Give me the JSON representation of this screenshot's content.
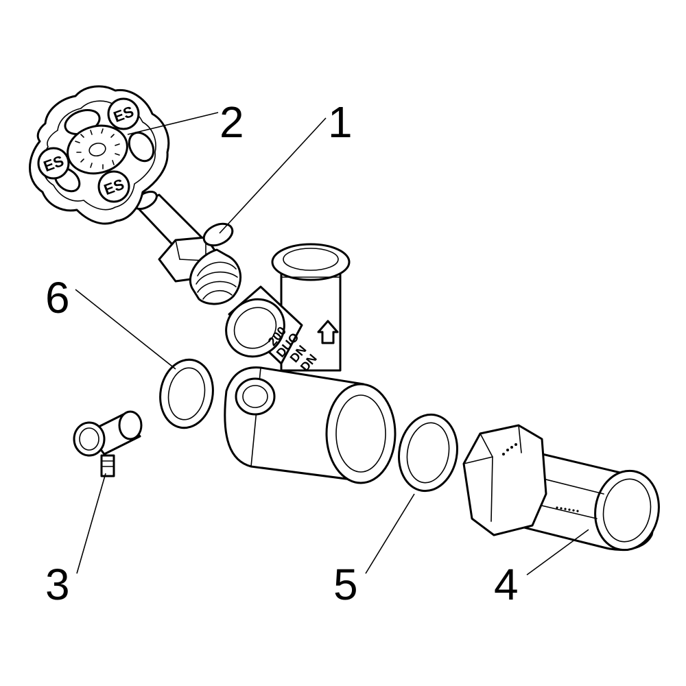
{
  "callouts": [
    {
      "id": "1",
      "label": "1"
    },
    {
      "id": "2",
      "label": "2"
    },
    {
      "id": "3",
      "label": "3"
    },
    {
      "id": "4",
      "label": "4"
    },
    {
      "id": "5",
      "label": "5"
    },
    {
      "id": "6",
      "label": "6"
    }
  ],
  "body_markings": {
    "line1": "200",
    "line2": "DUO",
    "line3": "DN",
    "line4": "DN"
  },
  "handwheel_markings": {
    "logo_text": "ES"
  }
}
